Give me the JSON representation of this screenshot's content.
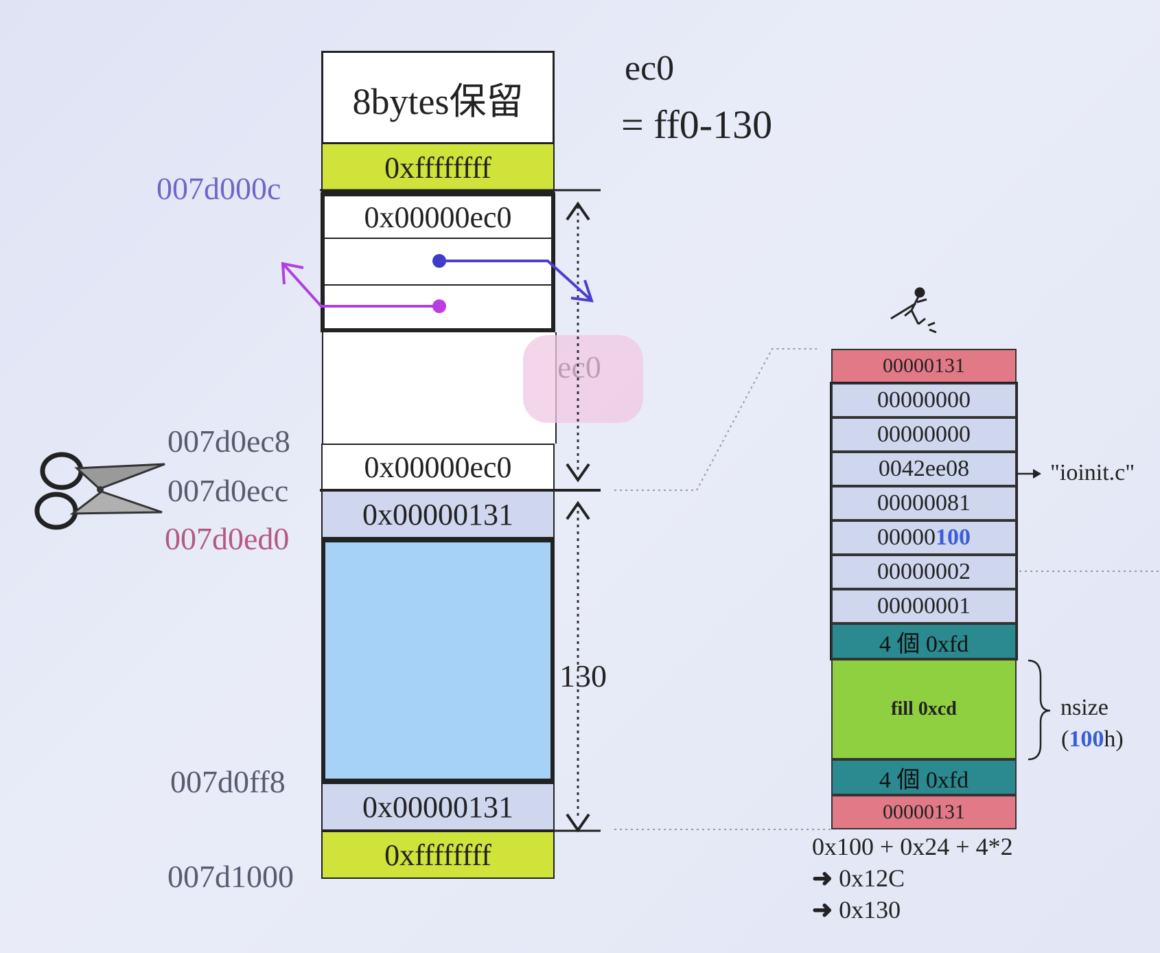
{
  "colors": {
    "yellow_green": "#cfe33b",
    "lavender": "#cfd7ef",
    "light_blue": "#a7d2f7",
    "pink": "#e27987",
    "teal": "#2b8a8f",
    "green": "#8fd040",
    "addr_blue": "#6c68c8",
    "addr_red": "#b45a80",
    "highlight_blue": "#3a5ed8"
  },
  "formula": {
    "line1": "ec0",
    "line2": "= ff0-130"
  },
  "left_block": {
    "reserved": "8bytes保留",
    "top_fill": "0xffffffff",
    "header_size": "0x00000ec0",
    "footer_size": "0x00000ec0",
    "alloc_header": "0x00000131",
    "alloc_footer": "0x00000131",
    "bottom_fill": "0xffffffff",
    "span1_label": "ec0",
    "span2_label": "130"
  },
  "addresses": {
    "a1": "007d000c",
    "a2": "007d0ec8",
    "a3": "007d0ecc",
    "a4": "007d0ed0",
    "a5": "007d0ff8",
    "a6": "007d1000"
  },
  "icons": [
    "scissors-icon",
    "stick-figure-icon",
    "arrow-icon"
  ],
  "right_block": {
    "cells": [
      "00000131",
      "00000000",
      "00000000",
      "0042ee08",
      "00000081",
      "00000",
      "00000002",
      "00000001",
      "4 個 0xfd",
      "fill 0xcd",
      "4 個 0xfd",
      "00000131"
    ],
    "highlight_part": "100",
    "pointer_label": "\"ioinit.c\"",
    "nsize_label": "nsize",
    "nsize_open": "(",
    "nsize_value": "100",
    "nsize_close": "h)",
    "calc": [
      "0x100 + 0x24 + 4*2",
      "0x12C",
      "0x130"
    ]
  }
}
